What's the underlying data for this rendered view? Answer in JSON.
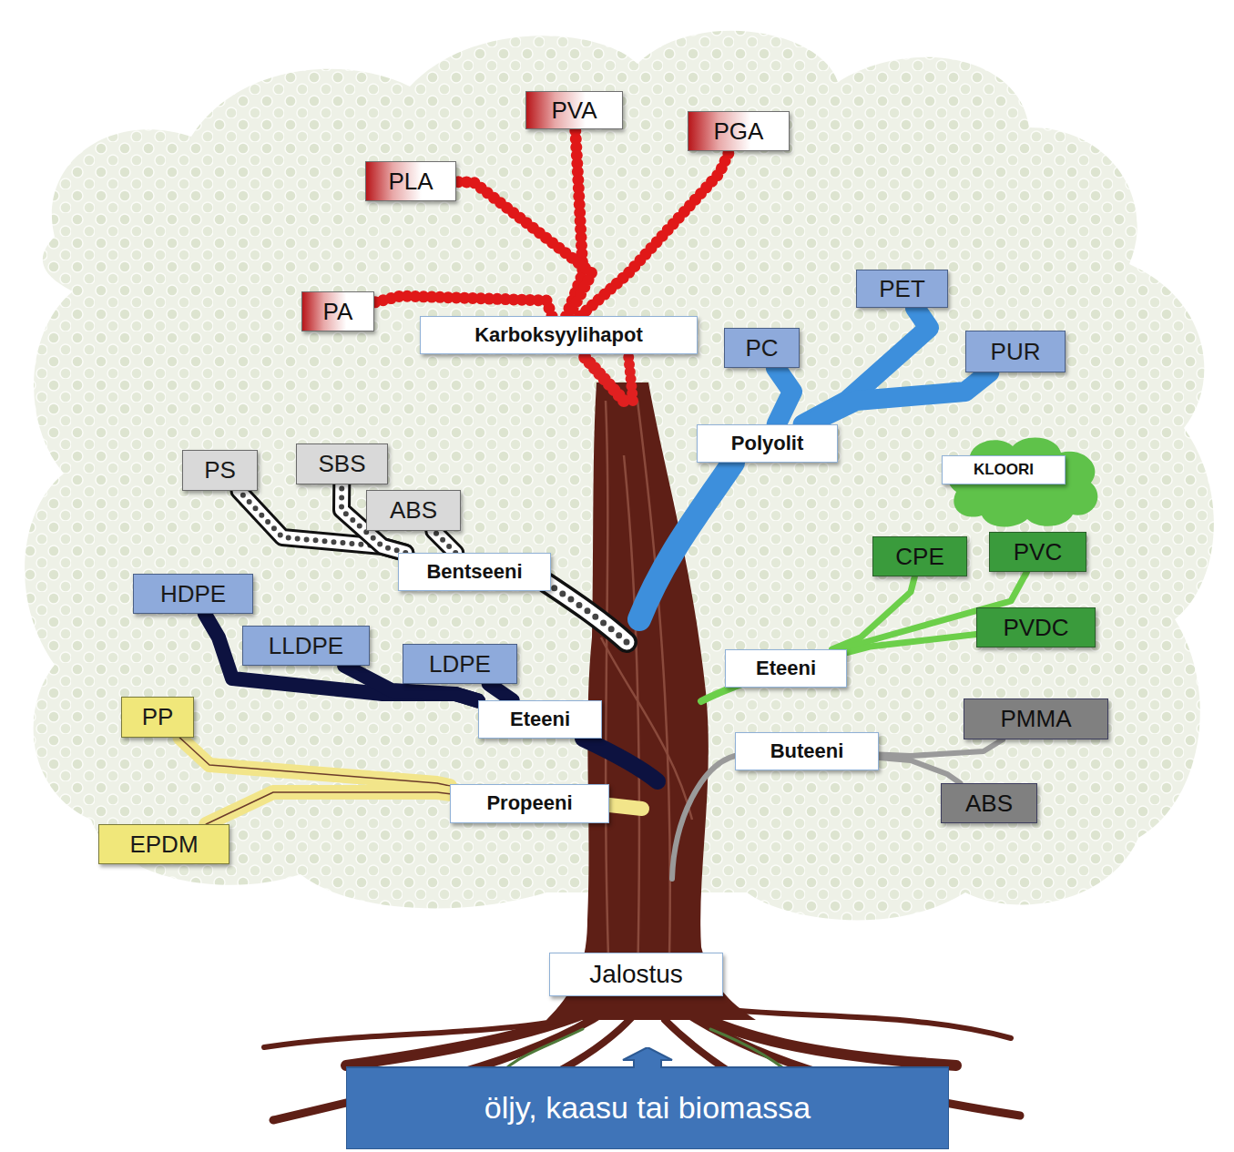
{
  "diagram": {
    "nodes": [
      {
        "text": [
          "PVA"
        ]
      },
      {
        "text": [
          "PGA"
        ]
      },
      {
        "text": [
          "PLA"
        ]
      },
      {
        "text": [
          "PET"
        ]
      },
      {
        "text": [
          "PA"
        ]
      },
      {
        "text": [
          "Karboksyylihapot"
        ]
      },
      {
        "text": [
          "PC"
        ]
      },
      {
        "text": [
          "PUR"
        ]
      },
      {
        "text": [
          "Polyolit"
        ]
      },
      {
        "text": [
          "SBS"
        ]
      },
      {
        "text": [
          "KLOORI"
        ]
      },
      {
        "text": [
          "PS"
        ]
      },
      {
        "text": [
          "ABS"
        ]
      },
      {
        "text": [
          "CPE"
        ]
      },
      {
        "text": [
          "PVC"
        ]
      },
      {
        "text": [
          "Bentseeni"
        ]
      },
      {
        "text": [
          "HDPE"
        ]
      },
      {
        "text": [
          "PVDC"
        ]
      },
      {
        "text": [
          "LLDPE"
        ]
      },
      {
        "text": [
          "LDPE"
        ]
      },
      {
        "text": [
          "Eteeni"
        ]
      },
      {
        "text": [
          "Eteeni"
        ]
      },
      {
        "text": [
          "PP"
        ]
      },
      {
        "text": [
          "PMMA"
        ]
      },
      {
        "text": [
          "Buteeni"
        ]
      },
      {
        "text": [
          "ABS"
        ]
      },
      {
        "text": [
          "Propeeni"
        ]
      },
      {
        "text": [
          "EPDM"
        ]
      },
      {
        "text": [
          "Jalostus"
        ]
      },
      {
        "text": [
          "öljy, kaasu tai biomassa"
        ]
      }
    ],
    "edges": [
      {
        "from": 5,
        "to": 0,
        "arrow": "none"
      },
      {
        "from": 5,
        "to": 1,
        "arrow": "none"
      },
      {
        "from": 5,
        "to": 2,
        "arrow": "none"
      },
      {
        "from": 5,
        "to": 4,
        "arrow": "none"
      },
      {
        "from": 8,
        "to": 6,
        "arrow": "none"
      },
      {
        "from": 8,
        "to": 3,
        "arrow": "none"
      },
      {
        "from": 8,
        "to": 7,
        "arrow": "none"
      },
      {
        "from": 15,
        "to": 11,
        "arrow": "none"
      },
      {
        "from": 15,
        "to": 9,
        "arrow": "none"
      },
      {
        "from": 15,
        "to": 12,
        "arrow": "none"
      },
      {
        "from": 21,
        "to": 16,
        "arrow": "none"
      },
      {
        "from": 21,
        "to": 18,
        "arrow": "none"
      },
      {
        "from": 21,
        "to": 19,
        "arrow": "none"
      },
      {
        "from": 20,
        "to": 13,
        "arrow": "none"
      },
      {
        "from": 20,
        "to": 14,
        "arrow": "none"
      },
      {
        "from": 20,
        "to": 17,
        "arrow": "none"
      },
      {
        "from": 26,
        "to": 22,
        "arrow": "none"
      },
      {
        "from": 26,
        "to": 27,
        "arrow": "none"
      },
      {
        "from": 24,
        "to": 23,
        "arrow": "none"
      },
      {
        "from": 24,
        "to": 25,
        "arrow": "none"
      }
    ]
  }
}
